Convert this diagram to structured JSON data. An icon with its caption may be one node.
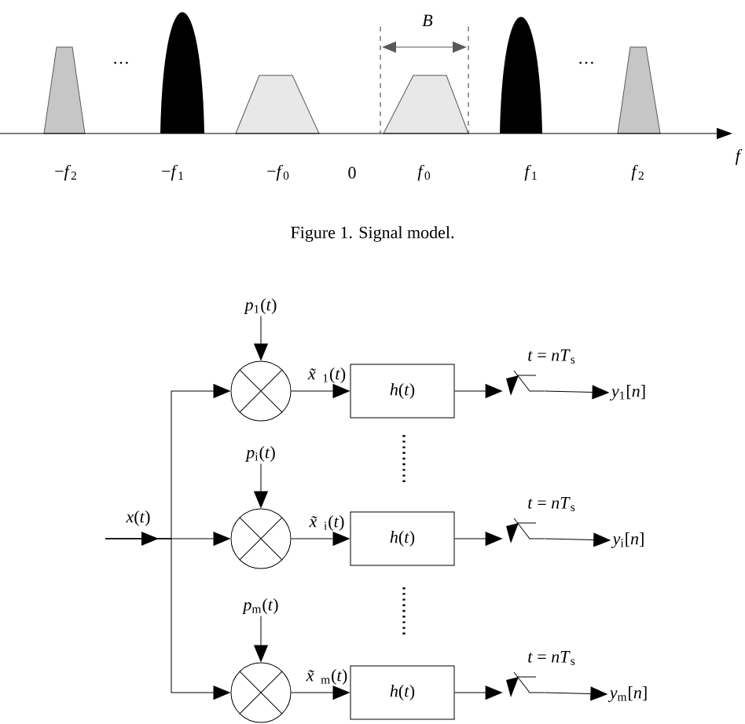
{
  "diagram": {
    "caption": "Figure 1. Signal model.",
    "nodes": [
      {
        "text": [
          "*p*$_{1}$(*t*)"
        ]
      },
      {
        "text": [],
        "shape": "circle"
      },
      {
        "text": [
          "*h*(*t*)"
        ]
      },
      {
        "text": [],
        "shape": "switch",
        "beside": [
          "*t* = *nT*$_{s}$"
        ]
      },
      {
        "text": [
          "*y*$_{1}$[*n*]"
        ]
      },
      {
        "text": [
          "*p*$_{i}$(*t*)"
        ]
      },
      {
        "text": [],
        "shape": "circle"
      },
      {
        "text": [
          "*h*(*t*)"
        ]
      },
      {
        "text": [],
        "shape": "switch",
        "beside": [
          "*t* = *nT*$_{s}$"
        ]
      },
      {
        "text": [
          "*y*$_{i}$[*n*]"
        ]
      },
      {
        "text": [
          "*p*$_{m}$(*t*)"
        ]
      },
      {
        "text": [],
        "shape": "circle"
      },
      {
        "text": [
          "*h*(*t*)"
        ]
      },
      {
        "text": [],
        "shape": "switch",
        "beside": [
          "*t* = *nT*$_{s}$"
        ]
      },
      {
        "text": [
          "*y*$_{m}$[*n*]"
        ]
      }
    ],
    "edges": [
      {
        "from": null,
        "to": 1,
        "arrow": "to"
      },
      {
        "from": null,
        "to": 6,
        "arrow": "to",
        "label": "*x*(*t*)"
      },
      {
        "from": null,
        "to": 11,
        "arrow": "to"
      },
      {
        "from": 0,
        "to": 1,
        "arrow": "to"
      },
      {
        "from": 1,
        "to": 2,
        "arrow": "to",
        "label": "*x̃*$_{1}$(*t*)"
      },
      {
        "from": 2,
        "to": 3,
        "arrow": "to"
      },
      {
        "from": 3,
        "to": 4,
        "arrow": "to"
      },
      {
        "from": 5,
        "to": 6,
        "arrow": "to"
      },
      {
        "from": 6,
        "to": 7,
        "arrow": "to",
        "label": "*x̃*$_{i}$(*t*)"
      },
      {
        "from": 7,
        "to": 8,
        "arrow": "to"
      },
      {
        "from": 8,
        "to": 9,
        "arrow": "to"
      },
      {
        "from": 10,
        "to": 11,
        "arrow": "to"
      },
      {
        "from": 11,
        "to": 12,
        "arrow": "to",
        "label": "*x̃*$_{m}$(*t*)"
      },
      {
        "from": 12,
        "to": 13,
        "arrow": "to"
      },
      {
        "from": 13,
        "to": 14,
        "arrow": "to"
      }
    ],
    "labels": [
      "*B*",
      "…",
      "…",
      "−*f*$_{2}$",
      "−*f*$_{1}$",
      "−*f*$_{0}$",
      "0",
      "*f*$_{0}$",
      "*f*$_{1}$",
      "*f*$_{2}$",
      "*f*"
    ]
  }
}
